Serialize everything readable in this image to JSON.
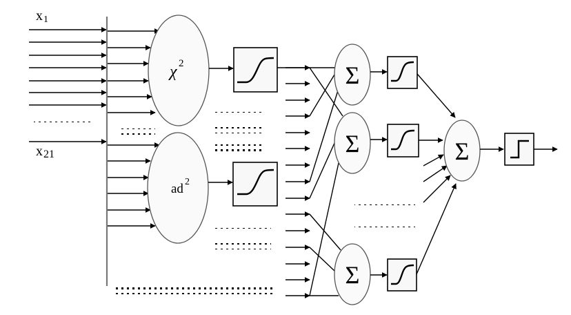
{
  "diagram": {
    "type": "neural-network-architecture",
    "input_labels": {
      "first": "x",
      "first_sub": "1",
      "last": "x",
      "last_sub": "21"
    },
    "feature_nodes": [
      {
        "id": "chi2",
        "label": "χ",
        "sup": "2"
      },
      {
        "id": "ad2",
        "label": "ad",
        "sup": "2"
      }
    ],
    "sum_symbol": "Σ",
    "activation_types": {
      "hidden": "sigmoid",
      "output": "step"
    },
    "hidden_sum_nodes": 3,
    "output_sum_nodes": 1,
    "ellipsis_marker": "::::::"
  }
}
